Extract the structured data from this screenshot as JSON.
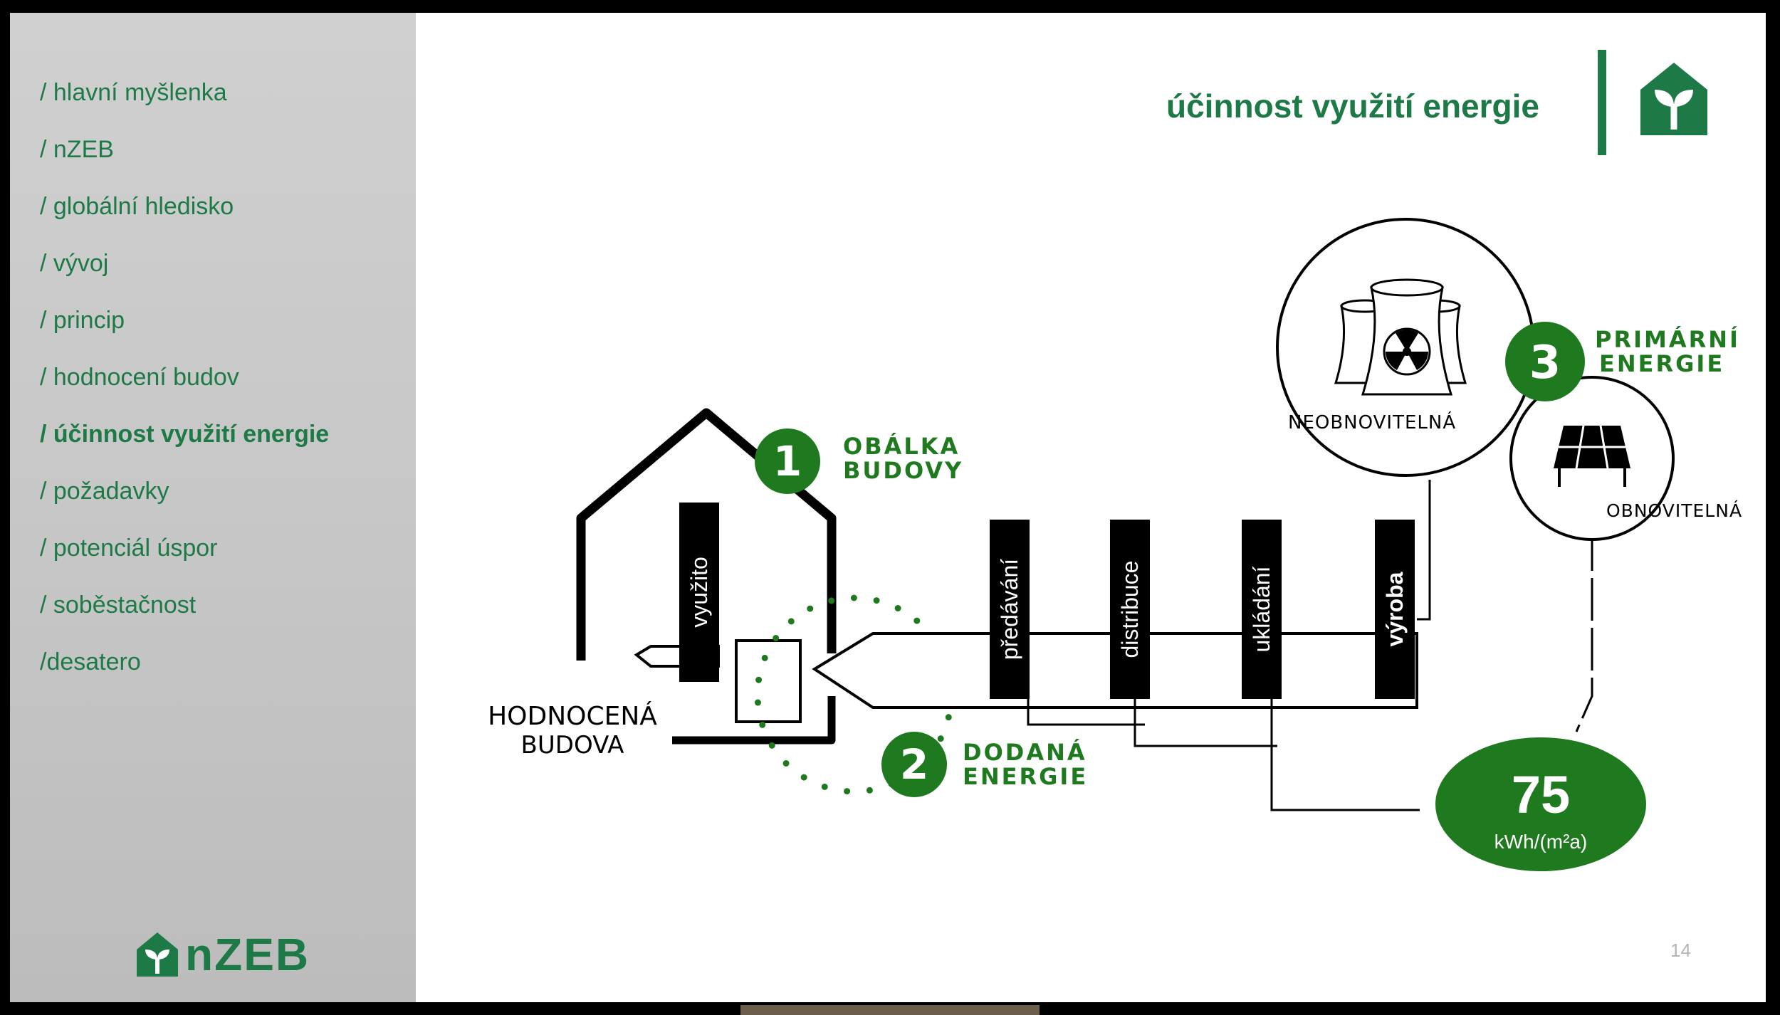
{
  "sidebar": {
    "items": [
      {
        "label": "/ hlavní myšlenka",
        "active": false
      },
      {
        "label": "/ nZEB",
        "active": false
      },
      {
        "label": "/ globální hledisko",
        "active": false
      },
      {
        "label": "/ vývoj",
        "active": false
      },
      {
        "label": "/ princip",
        "active": false
      },
      {
        "label": "/ hodnocení budov",
        "active": false
      },
      {
        "label": "/ účinnost využití energie",
        "active": true
      },
      {
        "label": "/ požadavky",
        "active": false
      },
      {
        "label": "/ potenciál úspor",
        "active": false
      },
      {
        "label": "/ soběstačnost",
        "active": false
      },
      {
        "label": "/desatero",
        "active": false
      }
    ],
    "logo_text": "nZEB"
  },
  "header": {
    "title": "účinnost využití energie"
  },
  "diagram": {
    "building_label_line1": "HODNOCENÁ",
    "building_label_line2": "BUDOVA",
    "step1_number": "1",
    "step1_line1": "OBÁLKA",
    "step1_line2": "BUDOVY",
    "step2_number": "2",
    "step2_line1": "DODANÁ",
    "step2_line2": "ENERGIE",
    "step3_number": "3",
    "step3_line1": "PRIMÁRNÍ",
    "step3_line2": "ENERGIE",
    "stages": [
      "využito",
      "předávání",
      "distribuce",
      "ukládání",
      "výroba"
    ],
    "nonrenewable_label": "NEOBNOVITELNÁ",
    "renewable_label": "OBNOVITELNÁ",
    "result_value": "75",
    "result_unit": "kWh/(m²a)"
  },
  "page_number": "14",
  "colors": {
    "green": "#1d7a47",
    "dark_green": "#1f7a1f",
    "black": "#000000"
  }
}
